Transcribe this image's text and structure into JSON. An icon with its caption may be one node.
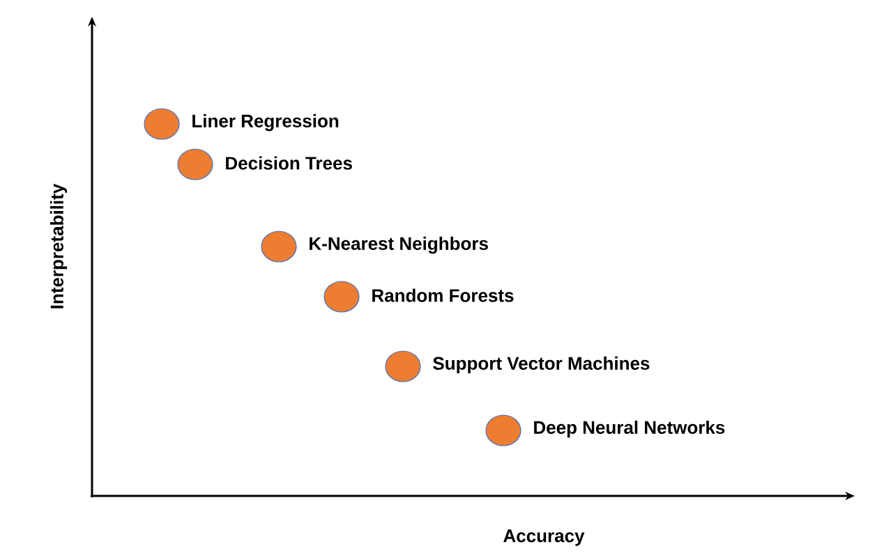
{
  "diagram": {
    "nodes": [
      {
        "text": [],
        "shape": "circle",
        "beside": [
          "Liner Regression"
        ]
      },
      {
        "text": [],
        "shape": "circle",
        "beside": [
          "Decision Trees"
        ]
      },
      {
        "text": [],
        "shape": "circle",
        "beside": [
          "K-Nearest Neighbors"
        ]
      },
      {
        "text": [],
        "shape": "circle",
        "beside": [
          "Random Forests"
        ]
      },
      {
        "text": [],
        "shape": "circle",
        "beside": [
          "Support Vector Machines"
        ]
      },
      {
        "text": [],
        "shape": "circle",
        "beside": [
          "Deep Neural Networks"
        ]
      }
    ],
    "labels": [
      "Interpretability",
      "Accuracy"
    ]
  }
}
